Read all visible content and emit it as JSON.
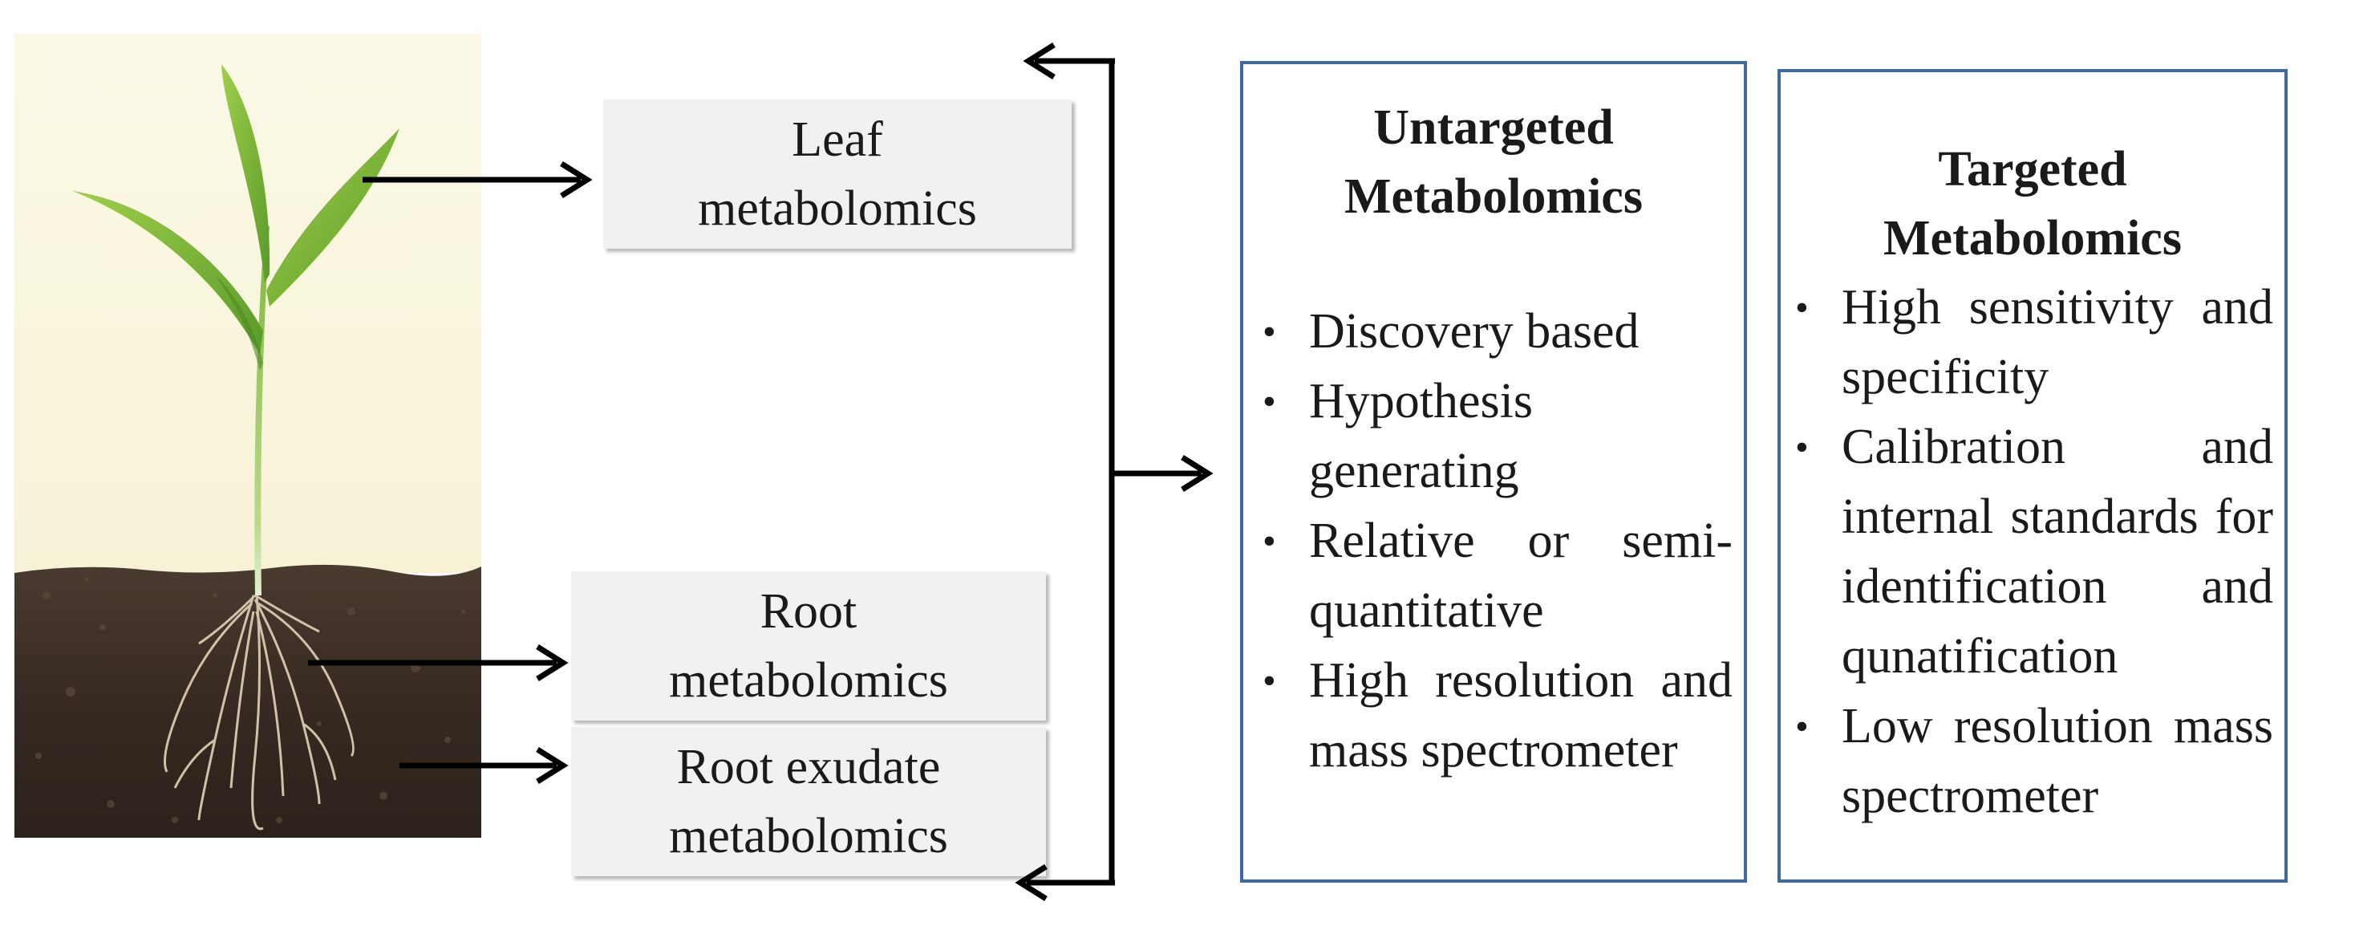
{
  "sources": {
    "leaf": [
      "Leaf",
      "metabolomics"
    ],
    "root": [
      "Root",
      "metabolomics"
    ],
    "exudate": [
      "Root exudate",
      "metabolomics"
    ]
  },
  "untargeted": {
    "title": [
      "Untargeted",
      "Metabolomics"
    ],
    "items": [
      "Discovery based",
      "Hypothesis generating",
      "Relative or semi-quantitative",
      "High resolution and mass spectrometer"
    ]
  },
  "targeted": {
    "title": [
      "Targeted",
      "Metabolomics"
    ],
    "items": [
      "High sensitivity and specificity",
      "Calibration and internal standards for identification and qunatification",
      "Low resolution mass spectrometer"
    ]
  },
  "colors": {
    "panel_border": "#3f6aa0",
    "box_fill": "#f1f1f1",
    "sky": "#fbf9e3",
    "soil": "#3a2e26",
    "leaf": "#7bb93a"
  }
}
